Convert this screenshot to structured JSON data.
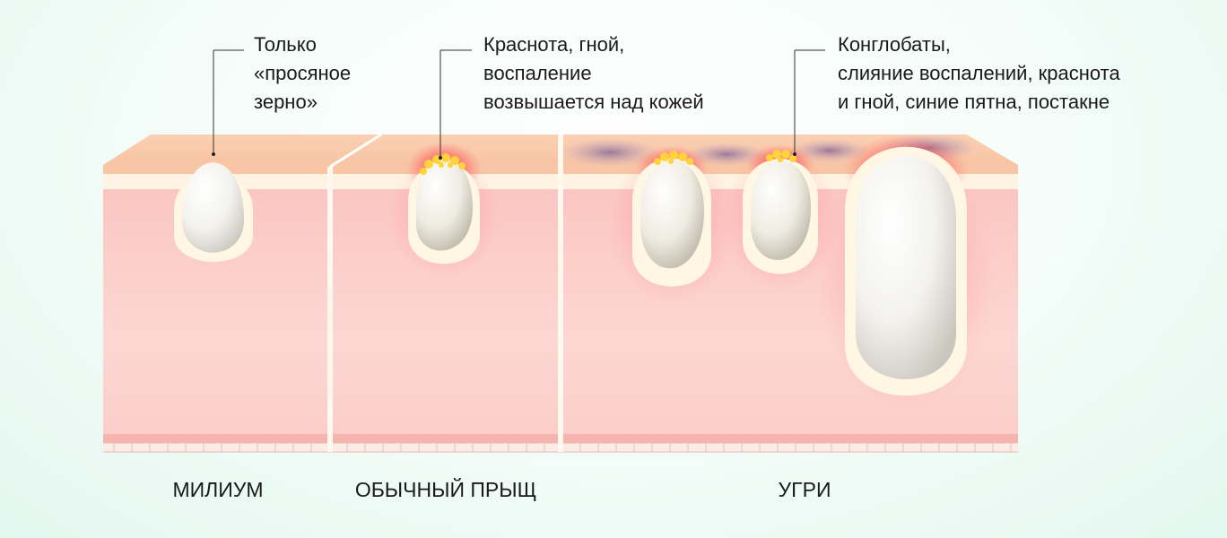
{
  "callouts": {
    "milium": [
      "Только",
      "«просяное",
      "зерно»"
    ],
    "pimple": [
      "Краснота, гной,",
      "воспаление",
      "возвышается над кожей"
    ],
    "acne": [
      "Конглобаты,",
      "слияние воспалений, краснота",
      "и гной, синие пятна, постакне"
    ]
  },
  "sections": {
    "milium": "МИЛИУМ",
    "pimple": "ОБЫЧНЫЙ ПРЫЩ",
    "acne": "УГРИ"
  },
  "colors": {
    "skin_top": "#f9c9a8",
    "epidermis": "#fff6e6",
    "dermis": "#fbc9c6",
    "dermis_light": "#fde0dc",
    "inflammation": "#ff3c3c",
    "pus": "#ffd43a",
    "bruise": "#8a6a9e"
  }
}
